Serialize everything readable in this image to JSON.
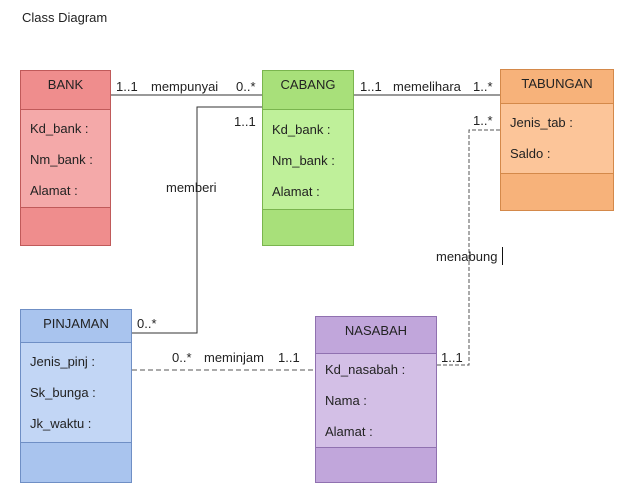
{
  "diagram": {
    "title": "Class Diagram",
    "classes": {
      "bank": {
        "name": "BANK",
        "attributes": [
          "Kd_bank :",
          "Nm_bank :",
          "Alamat :"
        ],
        "color": "#ef8d8d"
      },
      "cabang": {
        "name": "CABANG",
        "attributes": [
          "Kd_bank :",
          "Nm_bank :",
          "Alamat :"
        ],
        "color": "#a8e07a"
      },
      "tabungan": {
        "name": "TABUNGAN",
        "attributes": [
          "Jenis_tab :",
          "Saldo :"
        ],
        "color": "#f7b27a"
      },
      "pinjaman": {
        "name": "PINJAMAN",
        "attributes": [
          "Jenis_pinj :",
          "Sk_bunga :",
          "Jk_waktu :"
        ],
        "color": "#a9c4ee"
      },
      "nasabah": {
        "name": "NASABAH",
        "attributes": [
          "Kd_nasabah :",
          "Nama :",
          "Alamat :"
        ],
        "color": "#c1a6db"
      }
    },
    "relations": {
      "mempunyai": {
        "name": "mempunyai",
        "from_multiplicity": "1..1",
        "to_multiplicity": "0..*"
      },
      "memelihara": {
        "name": "memelihara",
        "from_multiplicity": "1..1",
        "to_multiplicity": "1..*"
      },
      "memberi": {
        "name": "memberi",
        "from_multiplicity": "1..1",
        "to_multiplicity": "0..*"
      },
      "meminjam": {
        "name": "meminjam",
        "from_multiplicity": "0..*",
        "to_multiplicity": "1..1"
      },
      "menabung": {
        "name": "menabung",
        "from_multiplicity": "1..*",
        "to_multiplicity": "1..1"
      }
    }
  }
}
